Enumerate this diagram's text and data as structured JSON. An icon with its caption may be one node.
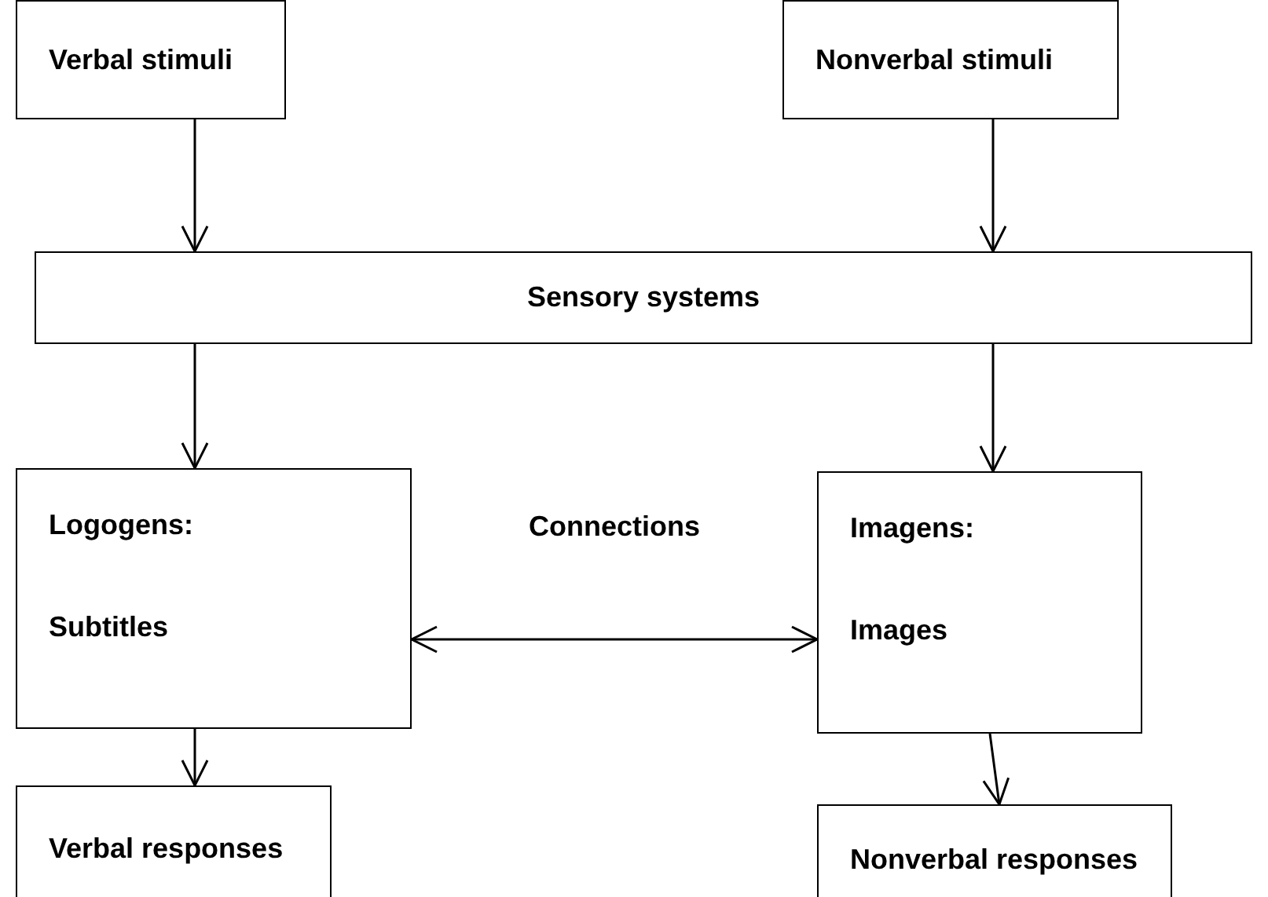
{
  "diagram": {
    "nodes": [
      {
        "text": [
          "Verbal stimuli"
        ]
      },
      {
        "text": [
          "Nonverbal stimuli"
        ]
      },
      {
        "text": [
          "Sensory systems"
        ]
      },
      {
        "text": [
          "Logogens:",
          "Subtitles"
        ]
      },
      {
        "text": [
          "Imagens:",
          "Images"
        ]
      },
      {
        "text": [
          "Verbal responses"
        ]
      },
      {
        "text": [
          "Nonverbal responses"
        ]
      }
    ],
    "edges": [
      {
        "from": 0,
        "to": 2,
        "arrow": "to"
      },
      {
        "from": 1,
        "to": 2,
        "arrow": "to"
      },
      {
        "from": 2,
        "to": 3,
        "arrow": "to"
      },
      {
        "from": 2,
        "to": 4,
        "arrow": "to"
      },
      {
        "from": 3,
        "to": 4,
        "arrow": "both",
        "label": "Connections"
      },
      {
        "from": 3,
        "to": 5,
        "arrow": "to"
      },
      {
        "from": 4,
        "to": 6,
        "arrow": "to"
      }
    ]
  }
}
